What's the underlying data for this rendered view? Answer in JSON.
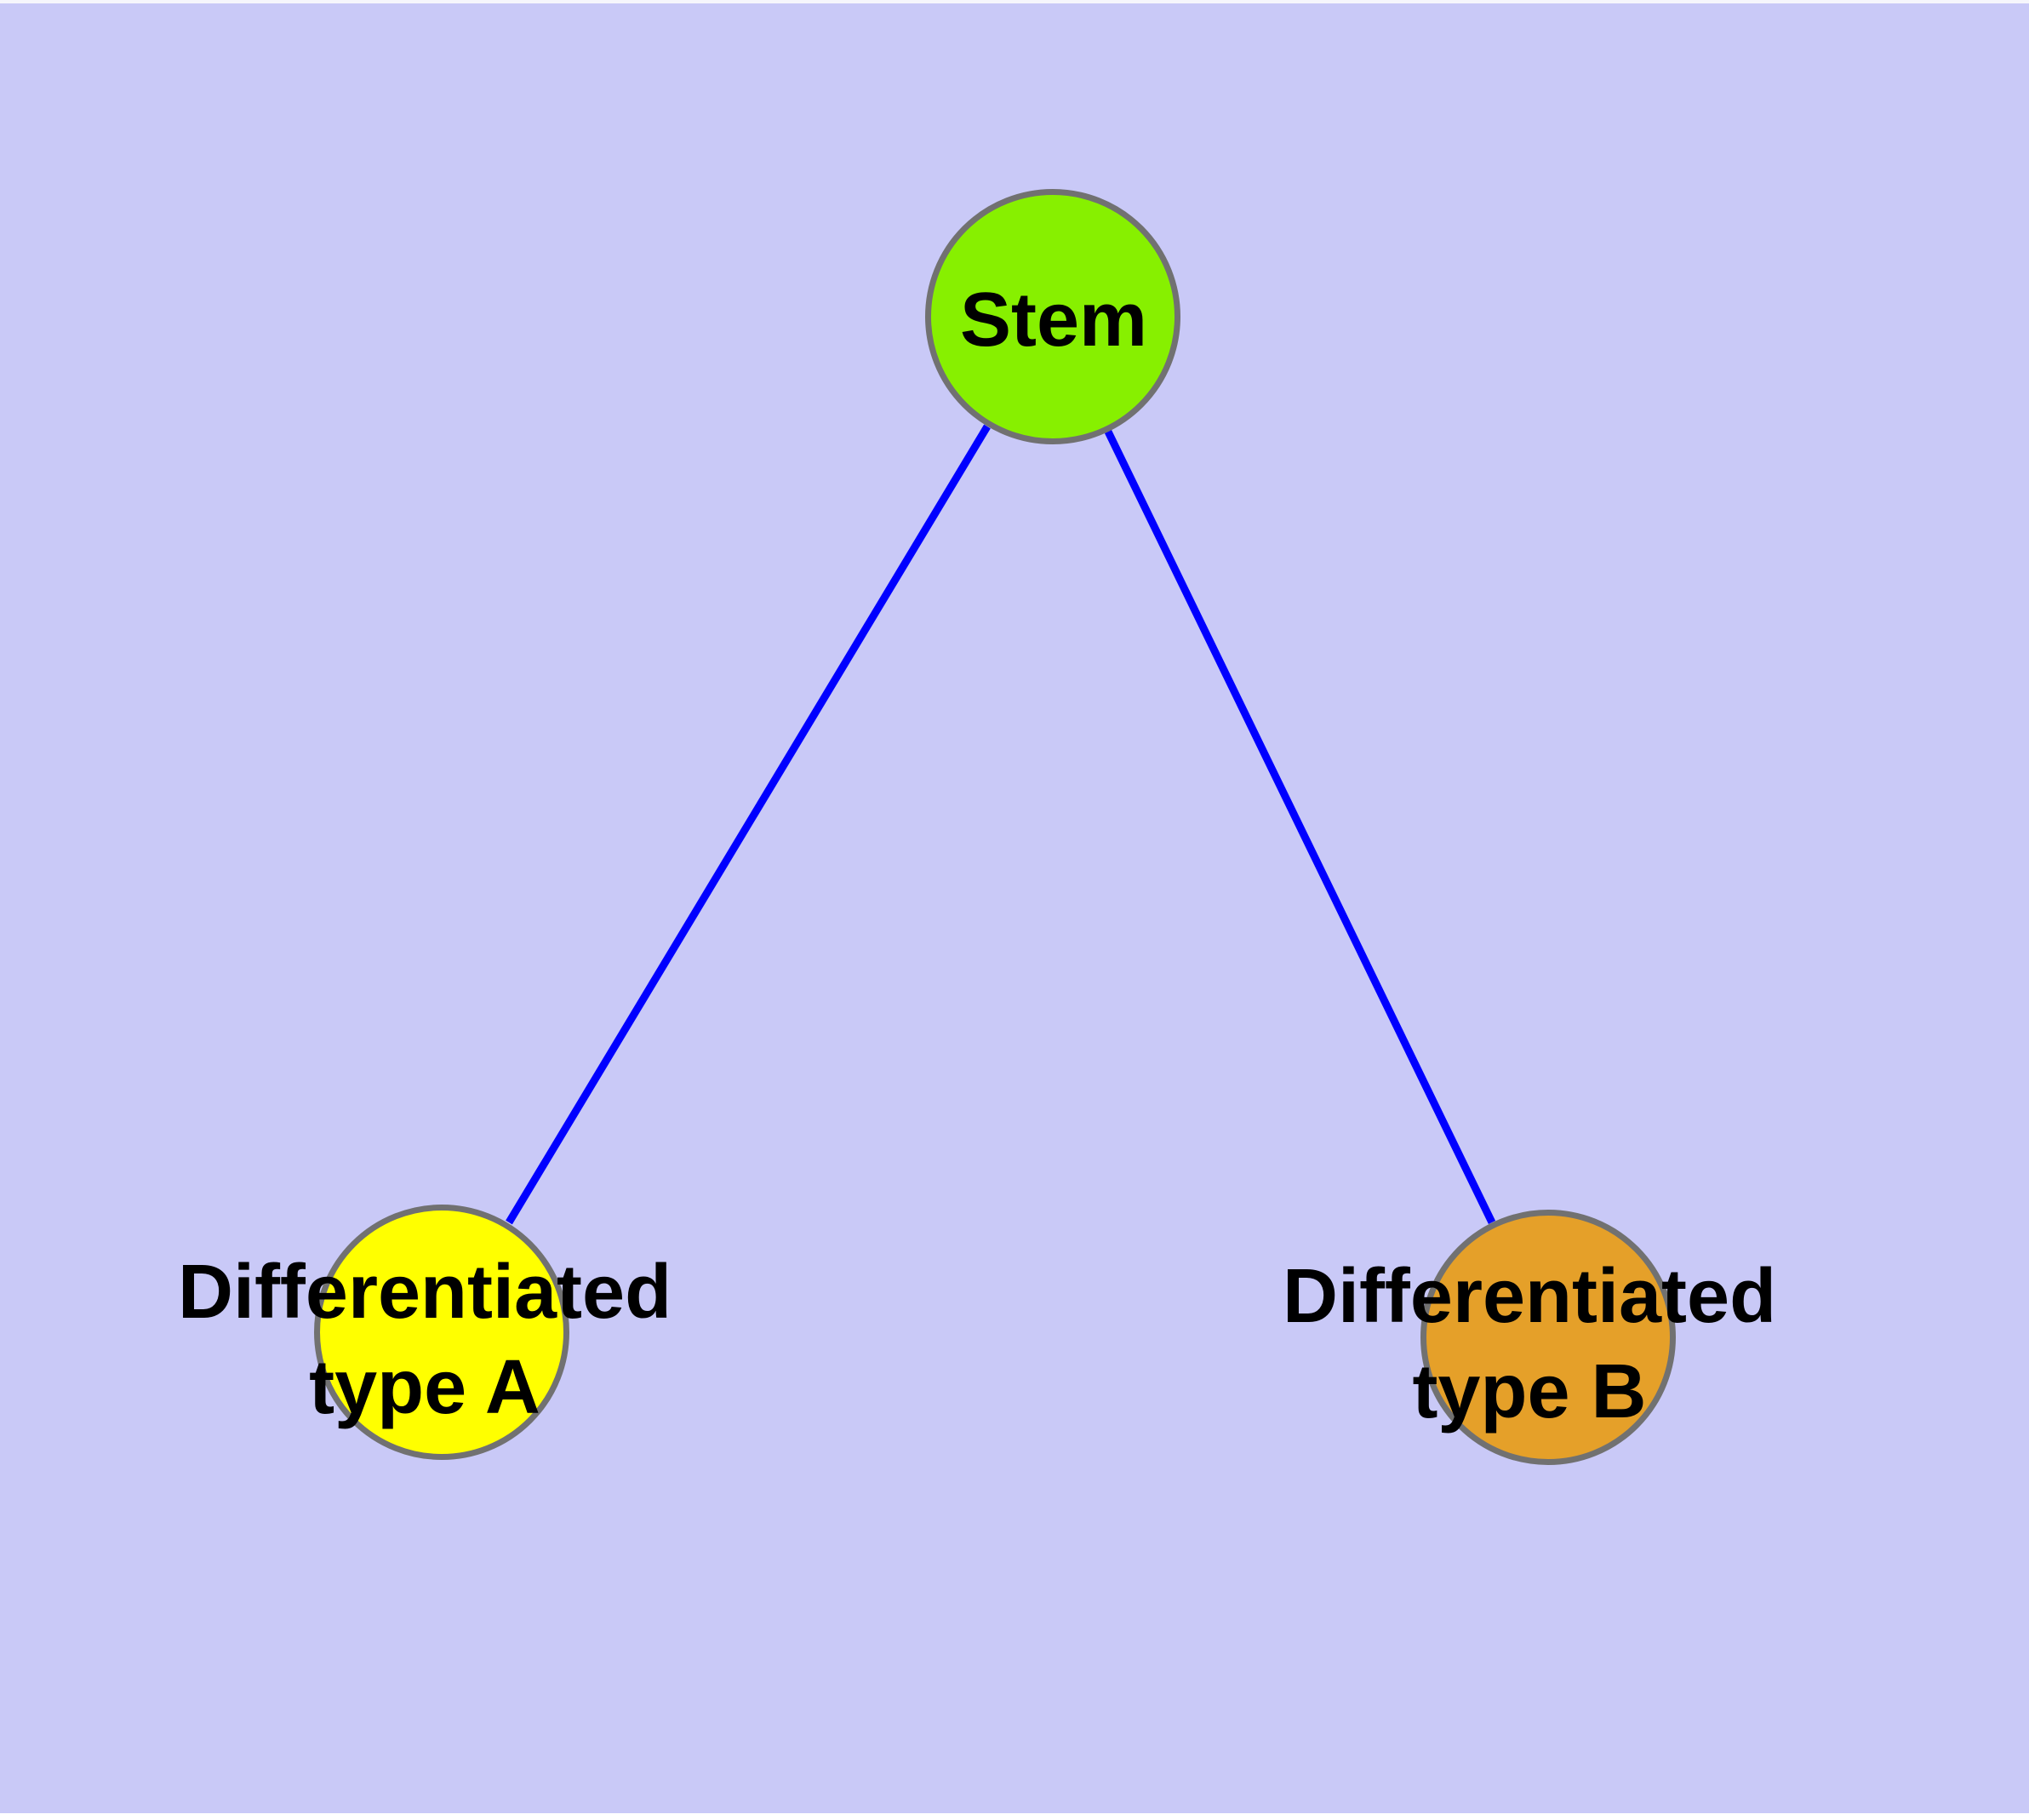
{
  "diagram": {
    "title": "cell differentiation graph",
    "background_color": "#c9c9f7",
    "edge_color": "#0000ff",
    "node_border_color": "#717171",
    "nodes": [
      {
        "id": "stem",
        "label": "Stem",
        "fill": "#87f000"
      },
      {
        "id": "type-a",
        "label": "Differentiated\ntype A",
        "fill": "#ffff00"
      },
      {
        "id": "type-b",
        "label": "Differentiated\ntype B",
        "fill": "#e5a029"
      }
    ],
    "edges": [
      {
        "from": "stem",
        "to": "type-a"
      },
      {
        "from": "stem",
        "to": "type-b"
      }
    ]
  }
}
